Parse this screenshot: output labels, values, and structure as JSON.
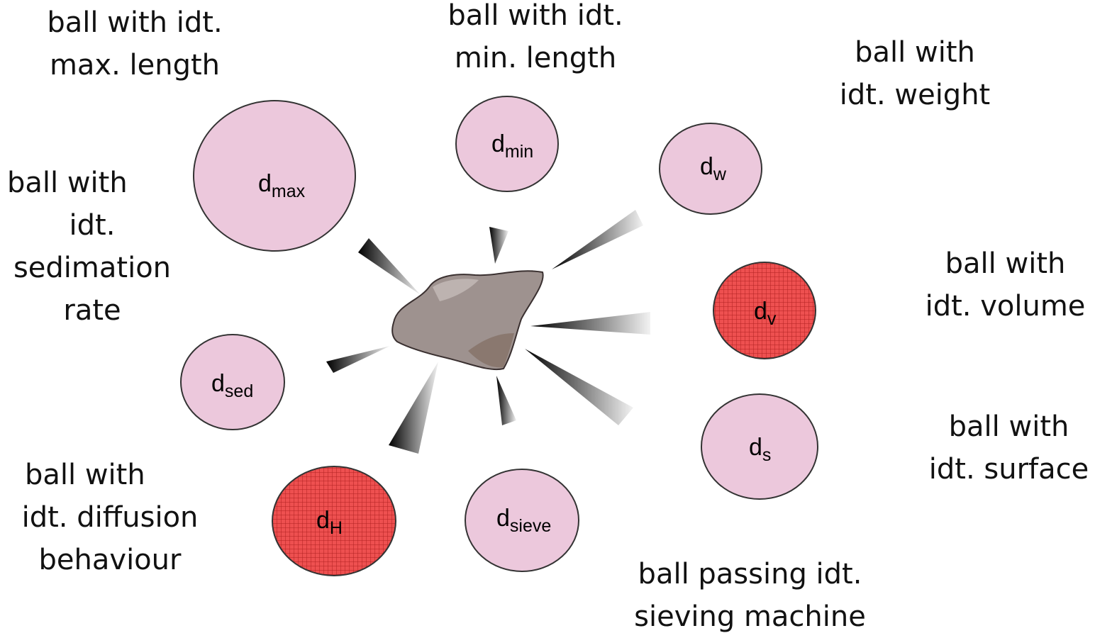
{
  "labels": {
    "max_length": [
      "ball with idt.",
      "max. length"
    ],
    "min_length": [
      "ball with idt.",
      "min. length"
    ],
    "weight": [
      "ball with",
      "idt. weight"
    ],
    "sedimation": [
      "ball with",
      "idt.",
      "sedimation",
      "rate"
    ],
    "volume": [
      "ball with",
      "idt. volume"
    ],
    "surface": [
      "ball with",
      "idt. surface"
    ],
    "diffusion": [
      "ball with",
      "idt. diffusion",
      "behaviour"
    ],
    "sieving": [
      "ball passing idt.",
      "sieving machine"
    ]
  },
  "balls": {
    "max": {
      "base": "d",
      "sub": "max",
      "fill": "pink"
    },
    "min": {
      "base": "d",
      "sub": "min",
      "fill": "pink"
    },
    "w": {
      "base": "d",
      "sub": "w",
      "fill": "pink"
    },
    "v": {
      "base": "d",
      "sub": "v",
      "fill": "red-grid"
    },
    "sed": {
      "base": "d",
      "sub": "sed",
      "fill": "pink"
    },
    "s": {
      "base": "d",
      "sub": "s",
      "fill": "pink"
    },
    "H": {
      "base": "d",
      "sub": "H",
      "fill": "red-grid"
    },
    "sieve": {
      "base": "d",
      "sub": "sieve",
      "fill": "pink"
    }
  },
  "colors": {
    "pink_fill": "#ecc8dc",
    "red_fill": "#ee5050",
    "grid_line": "#b02020",
    "stone": "#9e928f",
    "stone_highlight": "#bdb3b0",
    "stone_shadow": "#8a786f"
  }
}
